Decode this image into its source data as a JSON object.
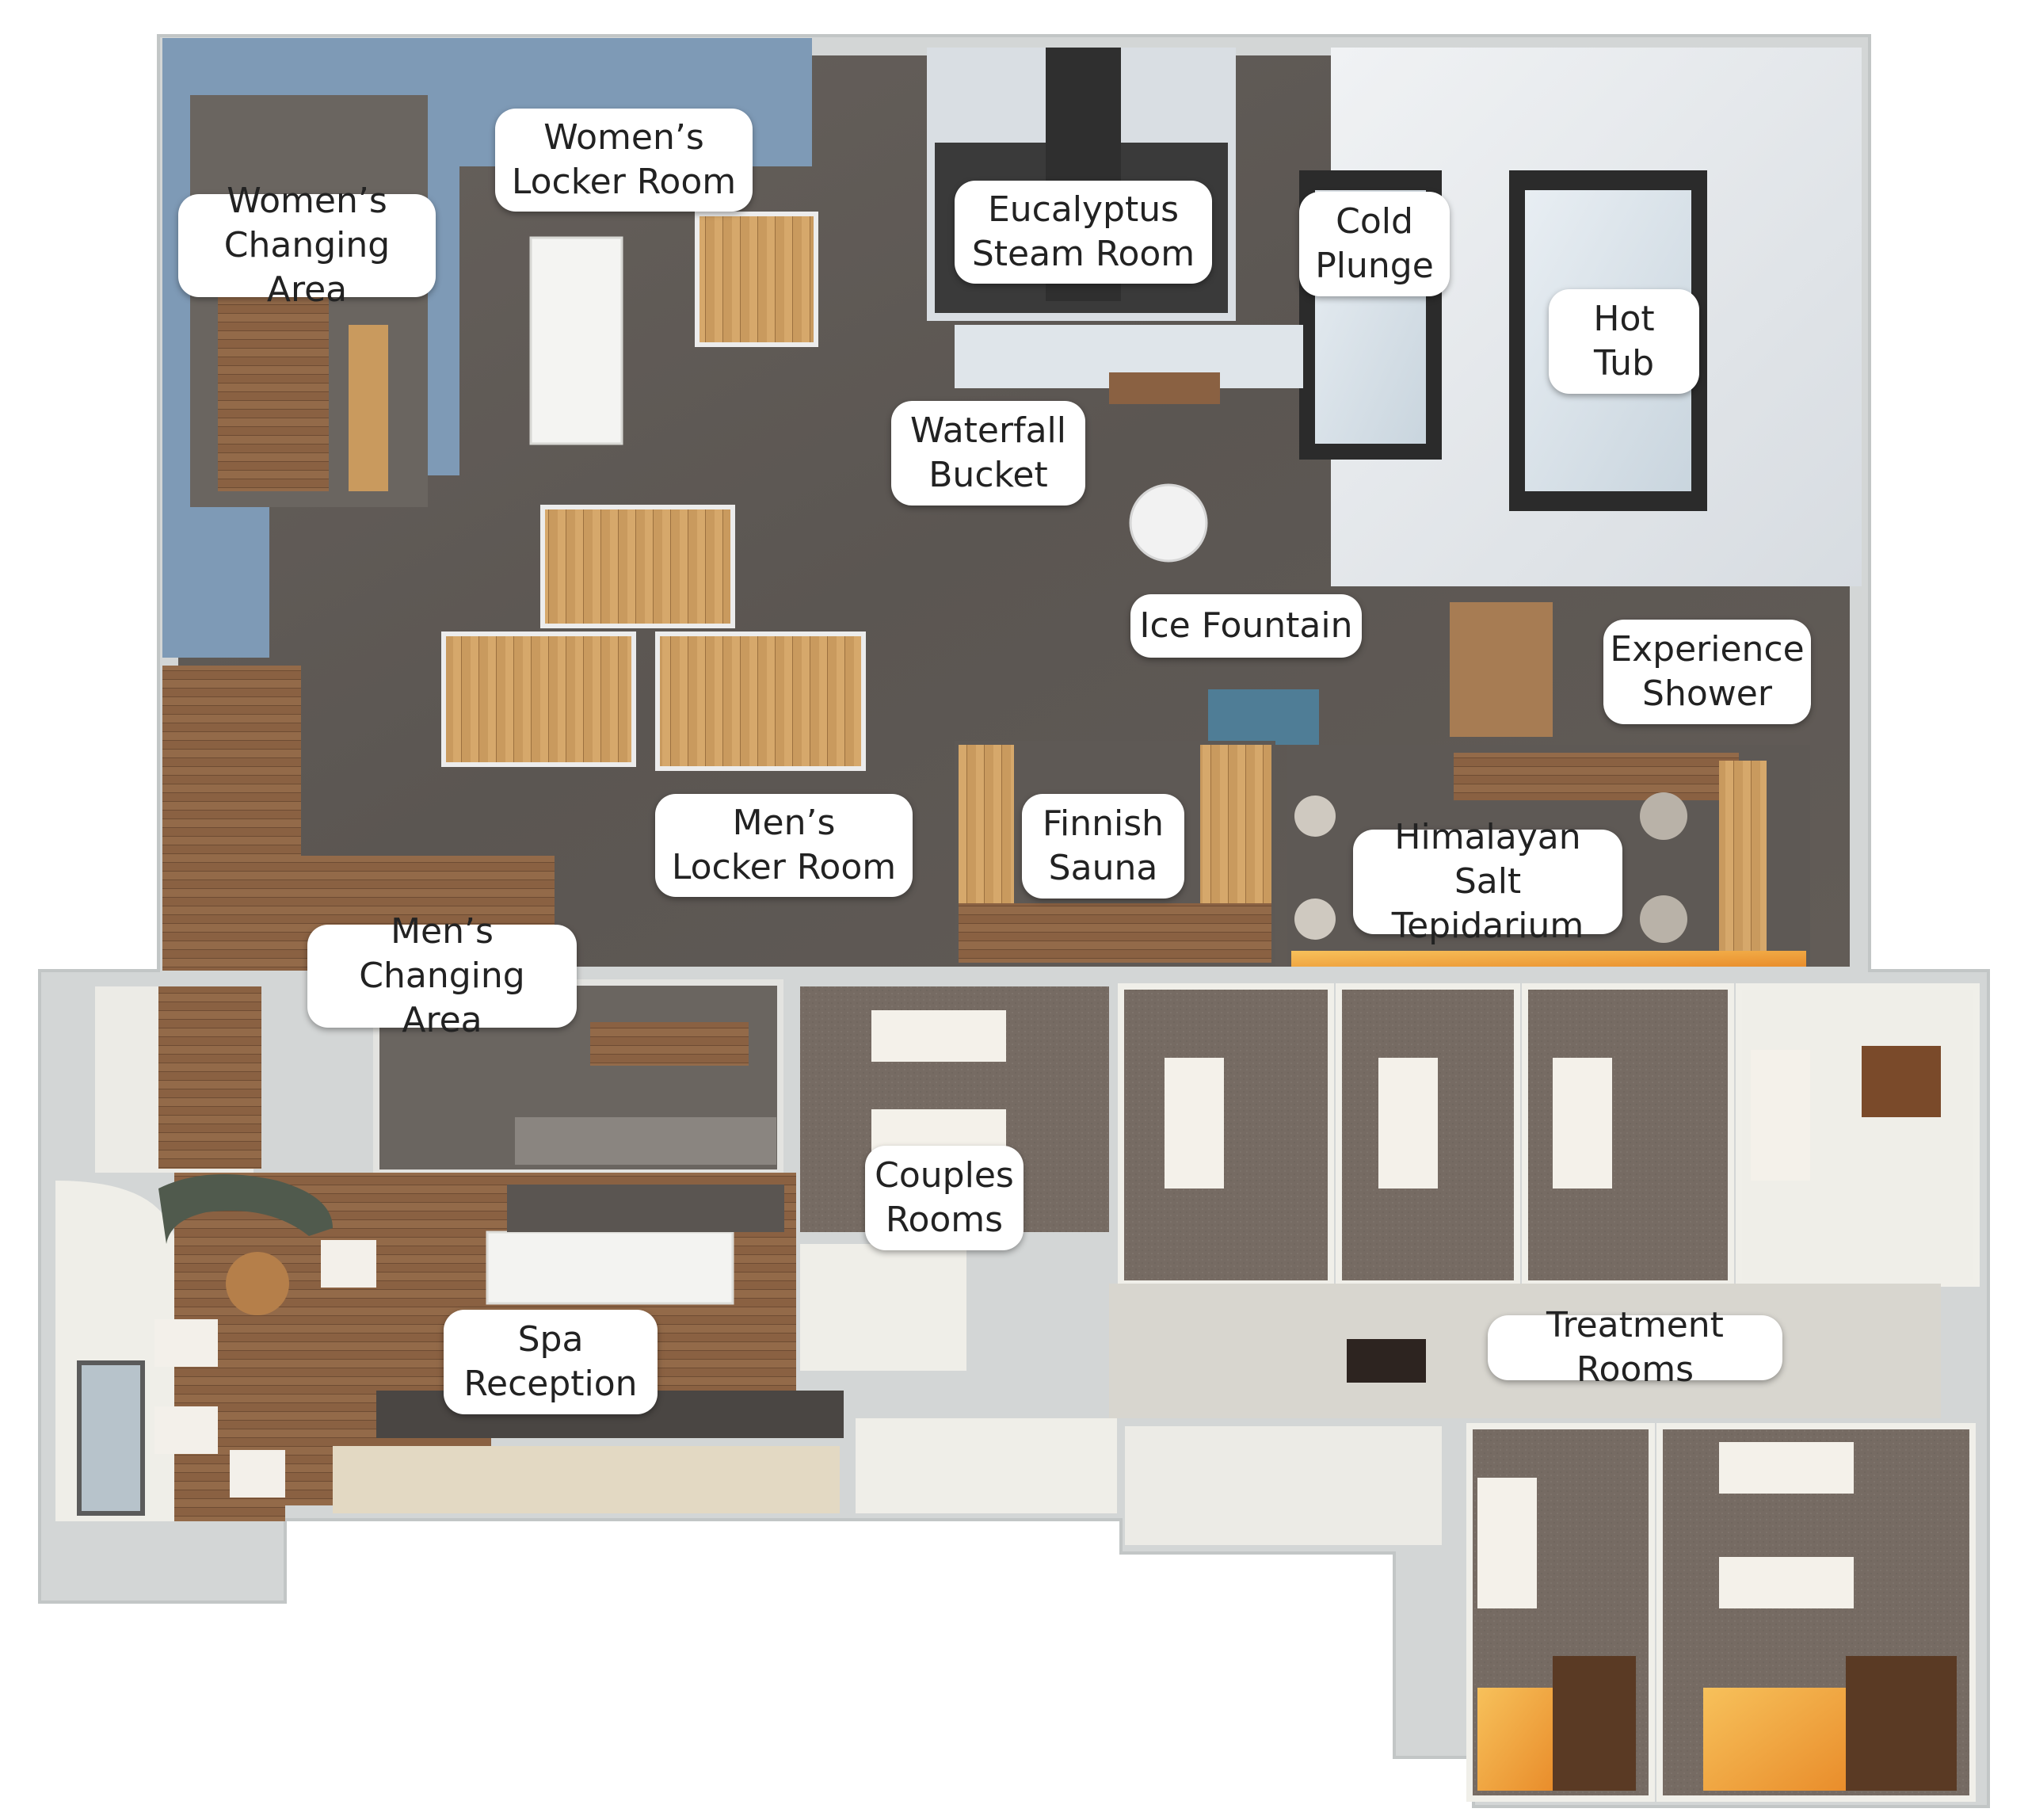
{
  "title": "",
  "colors": {
    "exterior_wall": "#d3d6d6",
    "inner_wall": "#eceee9",
    "concrete_floor": "#5f5a56",
    "blue_wall": "#7e9ab6",
    "wood_floor": "#8a6142",
    "marble": "#e6e9ec",
    "carpet": "#766b63",
    "label_bg": "#ffffff",
    "label_text": "#222222"
  },
  "rooms": {
    "womens_locker_room": "Women’s\nLocker Room",
    "womens_changing_area": "Women’s\nChanging Area",
    "eucalyptus_steam_room": "Eucalyptus\nSteam Room",
    "cold_plunge": "Cold\nPlunge",
    "hot_tub": "Hot\nTub",
    "waterfall_bucket": "Waterfall\nBucket",
    "ice_fountain": "Ice Fountain",
    "experience_shower": "Experience\nShower",
    "mens_locker_room": "Men’s\nLocker Room",
    "finnish_sauna": "Finnish\nSauna",
    "himalayan_salt_tepidarium": "Himalayan Salt\nTepidarium",
    "mens_changing_area": "Men’s Changing\nArea",
    "couples_rooms": "Couples\nRooms",
    "spa_reception": "Spa\nReception",
    "treatment_rooms": "Treatment Rooms"
  }
}
